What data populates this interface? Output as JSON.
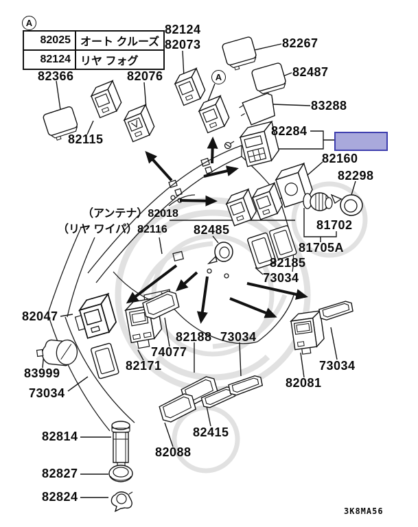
{
  "page": {
    "background": "#ffffff",
    "diagram_code": "3K8MA56"
  },
  "markers": {
    "section_a_top": "A",
    "section_a_inline": "A"
  },
  "legend_table": {
    "rows": [
      {
        "code": "82025",
        "name": "オート クルーズ"
      },
      {
        "code": "82124",
        "name": "リヤ フォグ"
      }
    ]
  },
  "highlight": {
    "fill": "#a9a9dc",
    "border": "#3d3dae"
  },
  "labels": {
    "n82124": "82124",
    "n82073": "82073",
    "n82267": "82267",
    "n82487": "82487",
    "n82366": "82366",
    "n82076": "82076",
    "n82115": "82115",
    "n83288": "83288",
    "n82284": "82284",
    "n82160": "82160",
    "n82298": "82298",
    "n82018": "（アンテナ）82018",
    "n82116": "（リヤ ワイパ）82116",
    "n82485": "82485",
    "n81702": "81702",
    "n81705a": "81705A",
    "n82185": "82185",
    "n73034_a": "73034",
    "n82047": "82047",
    "n82188": "82188",
    "n73034_b": "73034",
    "n74077": "74077",
    "n82171": "82171",
    "n83999": "83999",
    "n73034_c": "73034",
    "n73034_d": "73034",
    "n82081": "82081",
    "n82415": "82415",
    "n82814": "82814",
    "n82088": "82088",
    "n82827": "82827",
    "n82824": "82824"
  }
}
